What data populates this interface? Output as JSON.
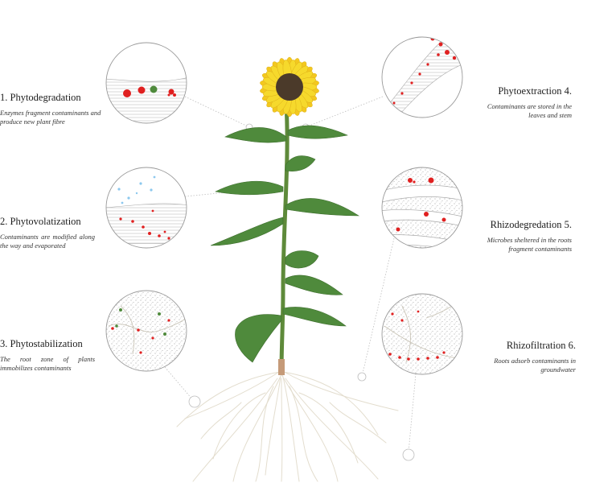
{
  "diagram": {
    "processes": [
      {
        "id": "phytodegradation",
        "title": "1. Phytodegradation",
        "description": "Enzymes fragment contaminants and produce new plant fibre"
      },
      {
        "id": "phytovolatization",
        "title": "2. Phytovolatization",
        "description": "Contaminants are modified along the way and evaporated"
      },
      {
        "id": "phytostabilization",
        "title": "3. Phytostabilization",
        "description": "The root zone of plants immobilizes contaminants"
      },
      {
        "id": "phytoextraction",
        "title": "Phytoextraction 4.",
        "description": "Contaminants are stored in the leaves and stem"
      },
      {
        "id": "rhizodegredation",
        "title": "Rhizodegredation 5.",
        "description": "Microbes sheltered in the roots fragment contaminants"
      },
      {
        "id": "rhizofiltration",
        "title": "Rhizofiltration 6.",
        "description": "Roots adsorb contaminants in groundwater"
      }
    ]
  },
  "colors": {
    "stem": "#5e8a3a",
    "leaf": "#4f8a3c",
    "petal": "#f6d92c",
    "center": "#4b3a2a",
    "contaminant": "#e02020",
    "vapor": "#8cc8ee",
    "root": "#e2dccd",
    "circle_stroke": "#9a9a9a",
    "leader": "#b9b9b9"
  }
}
